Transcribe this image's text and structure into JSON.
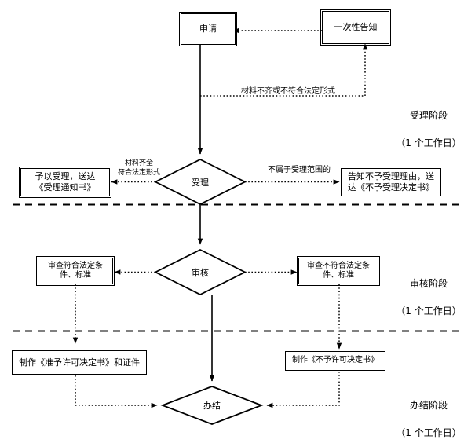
{
  "diagram": {
    "title_nodes": {
      "apply": "申请",
      "one_time_notice": "一次性告知",
      "accept_decision": "受理",
      "accept_yes_box": "予以受理，送达\n《受理通知书》",
      "reject_notice_box": "告知不予受理理由，送\n达《不予受理决定书》",
      "review_decision": "审核",
      "review_pass_box": "审查符合法定条\n件、标准",
      "review_fail_box": "审查不符合法定条\n件、标准",
      "permit_grant_box": "制作《准予许可决定书》和证件",
      "permit_deny_box": "制作《不予许可决定书》",
      "finish_decision": "办结"
    },
    "edge_labels": {
      "incomplete_materials": "材料不齐或不符合法定形式",
      "materials_complete": "材料齐全\n符合法定形式",
      "out_of_scope": "不属于受理范围的"
    },
    "stages": [
      {
        "name": "受理阶段",
        "duration": "（1 个工作日）"
      },
      {
        "name": "审核阶段",
        "duration": "（1 个工作日）"
      },
      {
        "name": "办结阶段",
        "duration": "（1 个工作日）"
      }
    ],
    "colors": {
      "stroke": "#000000",
      "fill": "#ffffff",
      "text": "#000000"
    }
  }
}
